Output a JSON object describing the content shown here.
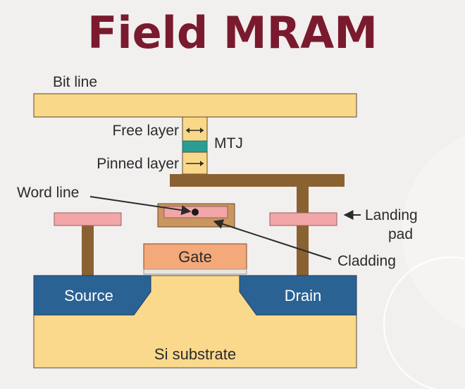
{
  "title": "Field MRAM",
  "labels": {
    "bit_line": "Bit line",
    "free_layer": "Free layer",
    "pinned_layer": "Pinned layer",
    "mtj": "MTJ",
    "word_line": "Word line",
    "landing_pad_line1": "Landing",
    "landing_pad_line2": "pad",
    "gate": "Gate",
    "cladding": "Cladding",
    "source": "Source",
    "drain": "Drain",
    "substrate": "Si substrate"
  },
  "colors": {
    "title": "#7a1a2e",
    "metal_line": "#fad889",
    "via_brown": "#8a6232",
    "pad_pink": "#f2a6a8",
    "gate_orange": "#f3a97a",
    "diffusion_blue": "#2b6294",
    "substrate_yellow": "#fad98c",
    "mtj_teal": "#2a9e93",
    "background": "#f2efef"
  }
}
